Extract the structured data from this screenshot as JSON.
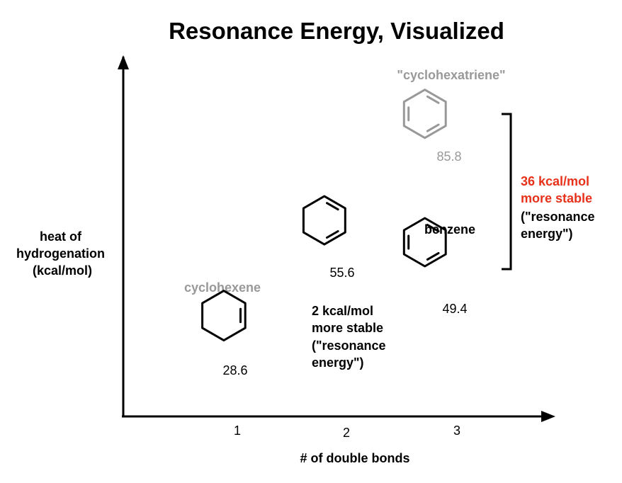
{
  "chart_data": {
    "type": "scatter",
    "title": "Resonance Energy, Visualized",
    "xlabel": "# of double bonds",
    "ylabel_lines": [
      "heat of",
      "hydrogenation",
      "(kcal/mol)"
    ],
    "x_ticks": [
      "1",
      "2",
      "3"
    ],
    "xlim": [
      0,
      4.2
    ],
    "ylim": [
      0,
      102
    ],
    "points": [
      {
        "x": 1,
        "y": 28.6,
        "value_label": "28.6",
        "molecule": "cyclohexene",
        "name_label": "cyclohexene",
        "style": "muted-name"
      },
      {
        "x": 2,
        "y": 55.6,
        "value_label": "55.6",
        "molecule": "cyclohexadiene",
        "name_label": "",
        "style": "normal"
      },
      {
        "x": 3,
        "y": 49.4,
        "value_label": "49.4",
        "molecule": "benzene",
        "name_label": "benzene",
        "style": "normal"
      },
      {
        "x": 3,
        "y": 85.8,
        "value_label": "85.8",
        "molecule": "cyclohexatriene",
        "name_label": "\"cyclohexatriene\"",
        "style": "muted"
      }
    ],
    "annotations": [
      {
        "id": "diene",
        "lines": [
          "2 kcal/mol",
          "more stable",
          "(\"resonance",
          "energy\")"
        ],
        "color": "#000000"
      },
      {
        "id": "benzene",
        "lines_highlight": [
          "36 kcal/mol",
          "more stable"
        ],
        "lines": [
          "(\"resonance",
          "energy\")"
        ],
        "highlight_color": "#e8311a",
        "color": "#000000"
      }
    ],
    "colors": {
      "axis": "#000000",
      "muted": "#999999",
      "highlight": "#e8311a",
      "text": "#000000"
    }
  }
}
